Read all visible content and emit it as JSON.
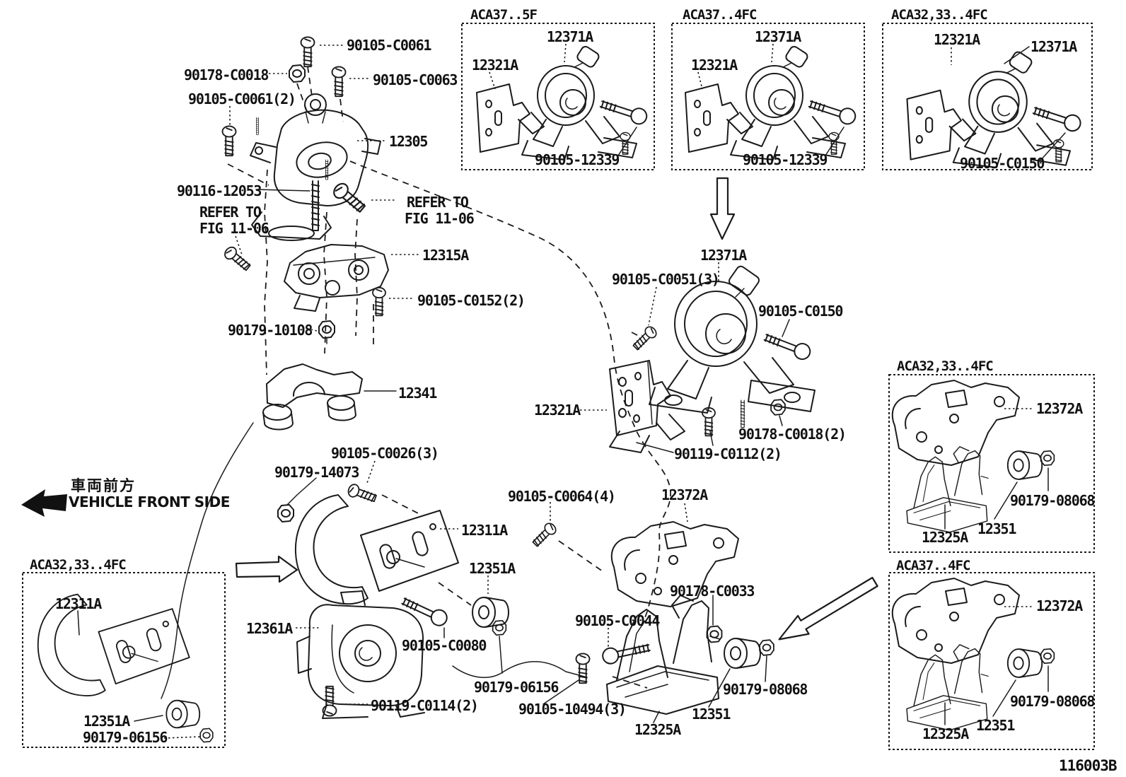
{
  "figure": {
    "code": "116003B"
  },
  "orientation": {
    "jp": "車両前方",
    "en": "VEHICLE FRONT SIDE"
  },
  "refer_note": {
    "line1": "REFER TO",
    "line2": "FIG 11-06"
  },
  "parts": {
    "b90105_C0061": "90105-C0061",
    "b90178_C0018": "90178-C0018",
    "b90105_C0063": "90105-C0063",
    "b90105_C0061_2": "90105-C0061(2)",
    "p12305": "12305",
    "b90116_12053": "90116-12053",
    "p12315A": "12315A",
    "b90105_C0152_2": "90105-C0152(2)",
    "b90179_10108": "90179-10108",
    "p12341": "12341",
    "b90105_C0026_3": "90105-C0026(3)",
    "b90179_14073": "90179-14073",
    "p12311A": "12311A",
    "p12351A": "12351A",
    "p12361A": "12361A",
    "b90105_C0080": "90105-C0080",
    "b90179_06156": "90179-06156",
    "b90119_C0114_2": "90119-C0114(2)",
    "b90105_10494_3": "90105-10494(3)",
    "p12325A": "12325A",
    "p12351": "12351",
    "b90179_08068": "90179-08068",
    "b90105_C0044": "90105-C0044",
    "b90178_C0033": "90178-C0033",
    "b90105_C0064_4": "90105-C0064(4)",
    "p12372A": "12372A",
    "p12321A": "12321A",
    "b90119_C0112_2": "90119-C0112(2)",
    "b90178_C0018_2": "90178-C0018(2)",
    "b90105_C0150": "90105-C0150",
    "b90105_C0051_3": "90105-C0051(3)",
    "p12371A": "12371A"
  },
  "boxes": {
    "top_left": {
      "title": "ACA37..5F",
      "mount": "12371A",
      "bracket": "12321A",
      "bolt": "90105-12339"
    },
    "top_middle": {
      "title": "ACA37..4FC",
      "mount": "12371A",
      "bracket": "12321A",
      "bolt": "90105-12339"
    },
    "top_right": {
      "title": "ACA32,33..4FC",
      "bracket": "12321A",
      "mount": "12371A",
      "bolt": "90105-C0150"
    },
    "right_upper": {
      "title": "ACA32,33..4FC",
      "bracket": "12372A",
      "nut": "90179-08068",
      "bushing": "12351",
      "support": "12325A"
    },
    "right_lower": {
      "title": "ACA37..4FC",
      "bracket": "12372A",
      "nut": "90179-08068",
      "bushing": "12351",
      "support": "12325A"
    },
    "bottom_left": {
      "title": "ACA32,33..4FC",
      "plate": "12311A",
      "bushing": "12351A",
      "nut": "90179-06156"
    }
  }
}
